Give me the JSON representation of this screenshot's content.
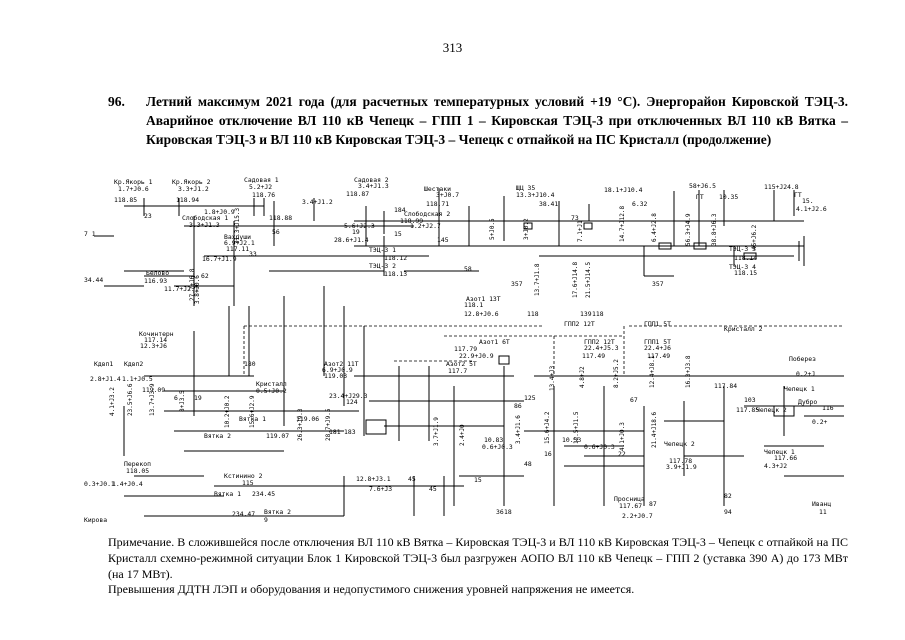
{
  "page_number": "313",
  "heading": {
    "number": "96.",
    "text": "Летний максимум 2021 года (для расчетных температурных условий +19 °С). Энергорайон Кировской ТЭЦ-3. Аварийное отключение ВЛ 110 кВ Чепецк – ГПП 1 – Кировская ТЭЦ-3 при отключенных ВЛ 110 кВ Вятка – Кировская ТЭЦ-3 и ВЛ 110 кВ Кировская ТЭЦ-3 – Чепецк с отпайкой на ПС Кристалл (продолжение)"
  },
  "diagram": {
    "labels": [
      "Кр.Якорь 1",
      "1.7+J0.6",
      "118.85",
      "Кр.Якорь 2",
      "3.3+J1.2",
      "118.94",
      "Садовая 1",
      "5.2+J2",
      "118.76",
      "Садовая 2",
      "3.4+J1.3",
      "118.87",
      "Шестаки",
      "3+J0.7",
      "118.71",
      "ЩЦ 35",
      "13.3+J10.4",
      "38.41",
      "73",
      "6.32",
      "18.1+J10.4",
      "58+J6.5",
      "ПТ",
      "10.35",
      "115+J24.8",
      "ГТ",
      "15.",
      "4.1+J2.6",
      "1.8+J0.9",
      "3.4+J1.2",
      "Слободская 1",
      "3.3+J1.3",
      "118.88",
      "Слободская 2",
      "118.99",
      "1.2+J2.7",
      "5.6+J2.3",
      "15",
      "28.6+J1.4",
      "145",
      "ТЭЦ-3 1",
      "118.12",
      "ТЭЦ-3 2",
      "118.13",
      "ТЭЦ-3 3",
      "118.14",
      "ТЭЦ-3 4",
      "118.15",
      "Вахруши",
      "6.9+J2.1",
      "117.11",
      "33",
      "16.7+J1.9",
      "34.44",
      "Белово",
      "116.93",
      "11.7+J2.1",
      "Азот1 13Т",
      "118.1",
      "12.8+J0.6",
      "ГПП2 12Т",
      "ГПП1 5Т",
      "Кристалл 2",
      "Кочинтерн",
      "117.14",
      "12.3+J6",
      "Азот1 6Т",
      "117.79",
      "22.9+J0.9",
      "ГПП2 12Т",
      "22.4+J5.3",
      "117.49",
      "ГПП1 5Т",
      "22.4+J6",
      "117.49",
      "Азот2 11Т",
      "6.9+J0.9",
      "119.03",
      "Азот2 5Т",
      "117.7",
      "Кдвп1",
      "Кдвп2",
      "2.8+J1.4",
      "1.1+J0.5",
      "119.09",
      "Кристалл",
      "0.5+J0.2",
      "23.4+J29.3",
      "124",
      "Вятка 1",
      "119.06",
      "Вятка 2",
      "119.07",
      "117.85",
      "Чепецк 2",
      "Поберез",
      "0.2+J",
      "Чепецк 1",
      "117.84",
      "Дубро",
      "116",
      "0.2+",
      "10.83",
      "0.6+J0.3",
      "16",
      "10.53",
      "0.6+J0.3",
      "22",
      "Чепецк 2",
      "117.78",
      "3.9+J1.9",
      "Чепецк 1",
      "117.66",
      "4.3+J2",
      "Перекоп",
      "118.05",
      "0.3+J0.1",
      "1.4+J0.4",
      "Кстинино 2",
      "115",
      "Вятка 1",
      "234.45",
      "12.8+J3.1",
      "45",
      "7.6+J3",
      "45",
      "15",
      "Просница",
      "117.67",
      "2.2+J0.7",
      "234.47",
      "9",
      "Вятка 2",
      "Иванц",
      "11",
      "Кирова",
      "7 1"
    ],
    "vertical_labels": [
      "5+J0.5",
      "3+J0.2",
      "7.1+J1",
      "14.7+J12.8",
      "6.4+J2.8",
      "56.3+J4.9",
      "38.8+J6.3",
      "45+J6.2",
      "31.3+J15.3",
      "3.8+J0.6",
      "27.7+J6.8",
      "13.7+J1.8",
      "17.6+J14.8",
      "21.5+J14.5",
      "13.4+J3",
      "4.8+J2",
      "8.2+J5.2",
      "12.4+J8.1",
      "16.3+J3.8",
      "10.2+J0.2",
      "15.6+J2.9",
      "26.3+J9.3",
      "28.7+J9.5",
      "3.4+J1.6",
      "15.6+J4.2",
      "12.5+J1.5",
      "4.1+J0.3",
      "21.4+J18.6",
      "4.1+J3.2",
      "23.5+J6.6",
      "13.7+J3.9",
      "8+J3.5",
      "3.7+J1.9",
      "2.4+J0"
    ],
    "line_numbers": [
      "23",
      "184",
      "56",
      "19",
      "62",
      "58",
      "357",
      "357",
      "118",
      "139",
      "118",
      "180",
      "6",
      "19",
      "181",
      "183",
      "86",
      "125",
      "67",
      "103",
      "87",
      "82",
      "94",
      "36",
      "18",
      "48"
    ]
  },
  "note": {
    "text": "Примечание. В сложившейся после отключения ВЛ 110 кВ Вятка – Кировская ТЭЦ-3 и ВЛ 110 кВ Кировская ТЭЦ-3 – Чепецк с отпайкой на ПС Кристалл схемно-режимной ситуации Блок 1 Кировской ТЭЦ-3 был разгружен АОПО ВЛ 110 кВ Чепецк – ГПП 2 (уставка 390 А) до 173 МВт (на 17 МВт).",
    "text2": "Превышения ДДТН ЛЭП и оборудования и недопустимого снижения уровней напряжения не имеется."
  }
}
